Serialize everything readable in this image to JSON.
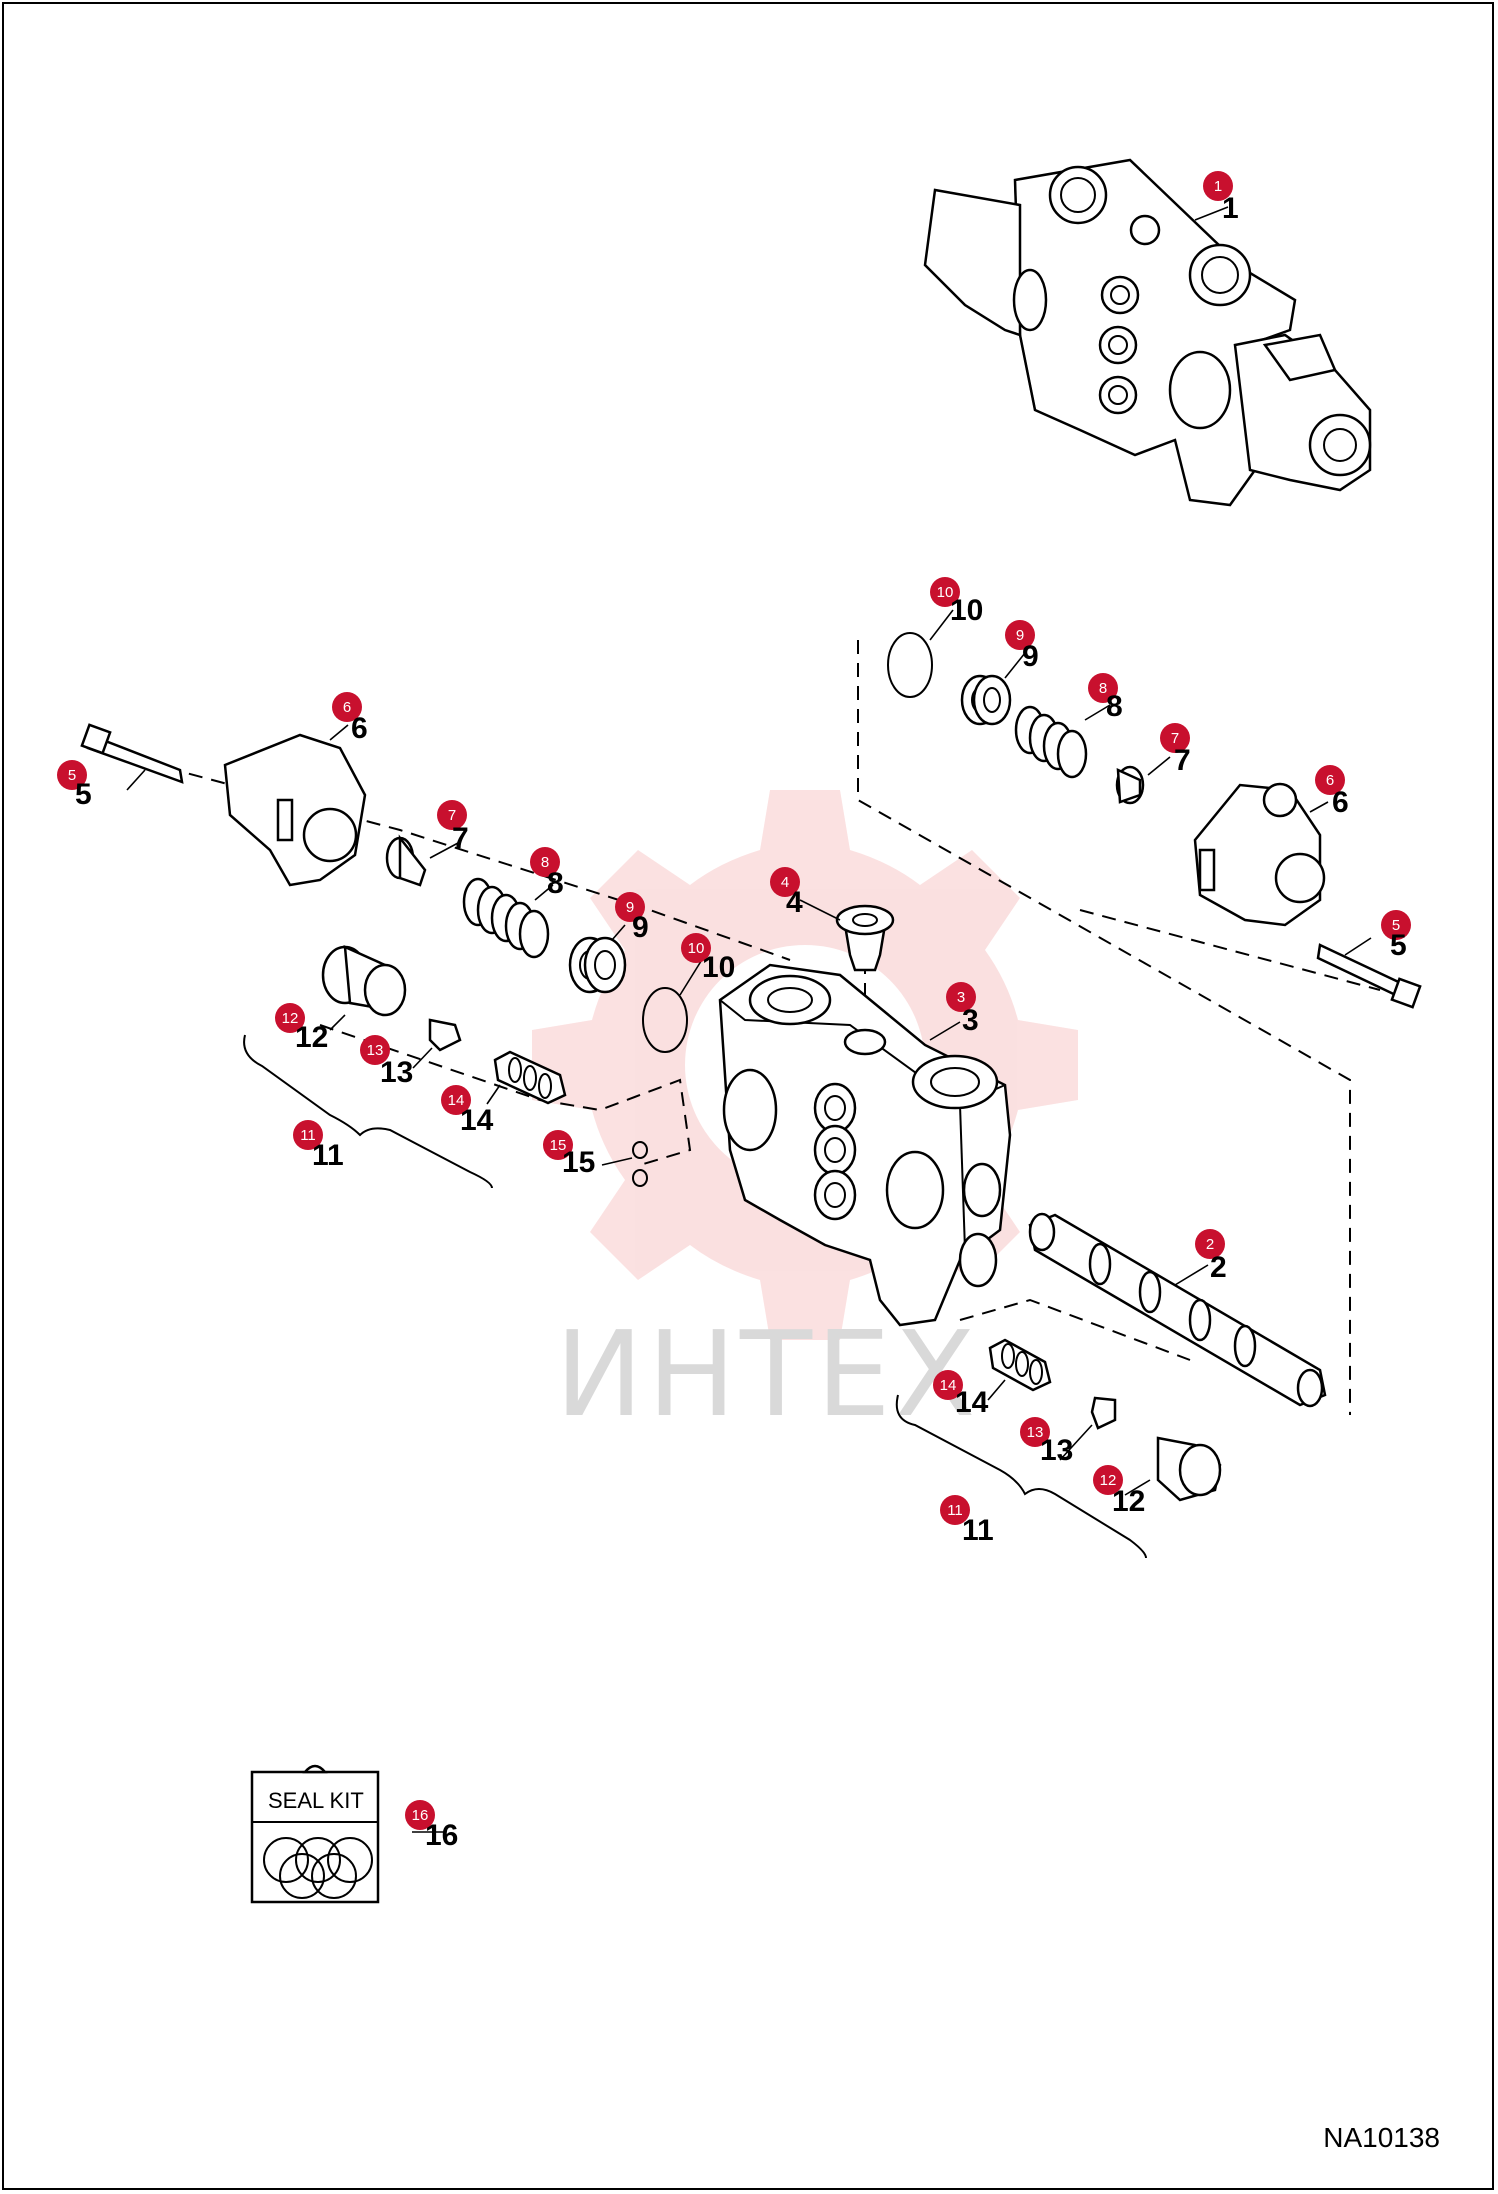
{
  "watermark": "ИНТЕХ",
  "drawing_code": "NA10138",
  "seal_kit_label": "SEAL KIT",
  "badge_color": "#c8102e",
  "callouts": [
    {
      "id": "1",
      "label": "1"
    },
    {
      "id": "2",
      "label": "2"
    },
    {
      "id": "3",
      "label": "3"
    },
    {
      "id": "4",
      "label": "4"
    },
    {
      "id": "5",
      "label": "5"
    },
    {
      "id": "6",
      "label": "6"
    },
    {
      "id": "7",
      "label": "7"
    },
    {
      "id": "8",
      "label": "8"
    },
    {
      "id": "9",
      "label": "9"
    },
    {
      "id": "10",
      "label": "10"
    },
    {
      "id": "11",
      "label": "11"
    },
    {
      "id": "12",
      "label": "12"
    },
    {
      "id": "13",
      "label": "13"
    },
    {
      "id": "14",
      "label": "14"
    },
    {
      "id": "15",
      "label": "15"
    },
    {
      "id": "16",
      "label": "16"
    }
  ]
}
